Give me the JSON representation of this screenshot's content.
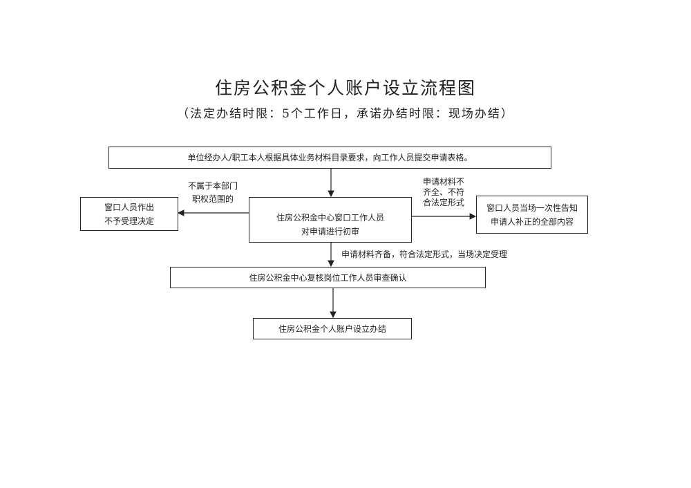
{
  "title": "住房公积金个人账户设立流程图",
  "subtitle": "（法定办结时限：5个工作日，承诺办结时限：现场办结）",
  "nodes": {
    "submit": "单位经办人/职工本人根据具体业务材料目录要求，向工作人员提交申请表格。",
    "reject_line1": "窗口人员作出",
    "reject_line2": "不予受理决定",
    "initial_line1": "住房公积金中心窗口工作人员",
    "initial_line2": "对申请进行初审",
    "notify_line1": "窗口人员当场一次性告知",
    "notify_line2": "申请人补正的全部内容",
    "review": "住房公积金中心复核岗位工作人员审查确认",
    "complete": "住房公积金个人账户设立办结"
  },
  "edges": {
    "out_of_scope_line1": "不属于本部门",
    "out_of_scope_line2": "职权范围的",
    "incomplete_line1": "申请材料不",
    "incomplete_line2": "齐全、不符",
    "incomplete_line3": "合法定形式",
    "accepted": "申请材料齐备，符合法定形式，当场决定受理"
  }
}
